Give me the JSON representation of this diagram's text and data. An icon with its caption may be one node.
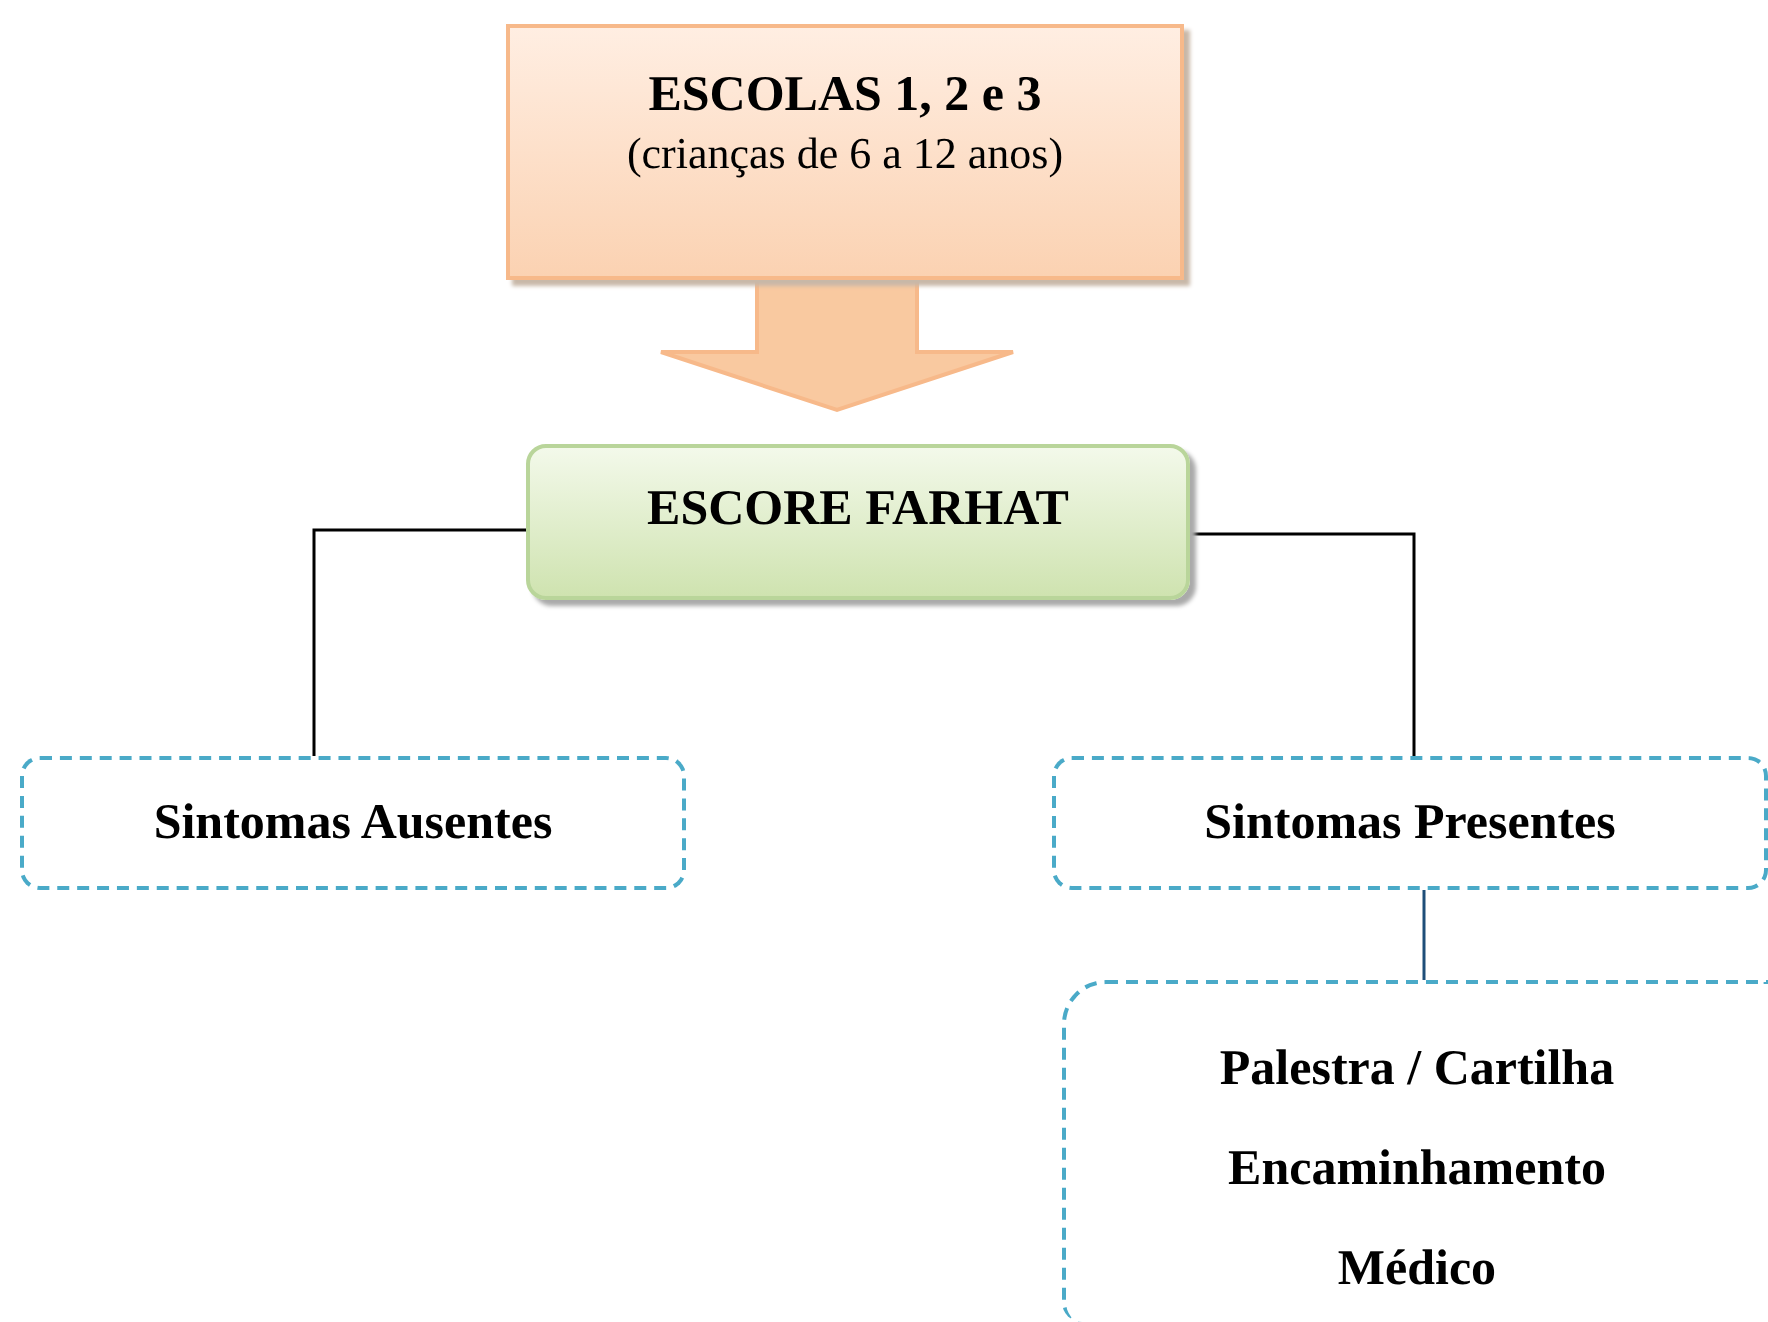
{
  "diagram": {
    "nodes": [
      {
        "text": [
          "ESCOLAS 1, 2 e 3",
          "(crianças de 6 a 12 anos)"
        ]
      },
      {
        "text": [
          "ESCORE FARHAT"
        ]
      },
      {
        "text": [
          "Sintomas Ausentes"
        ]
      },
      {
        "text": [
          "Sintomas Presentes"
        ]
      },
      {
        "text": [
          "Palestra / Cartilha",
          "Encaminhamento Médico"
        ]
      }
    ],
    "edges": [
      {
        "from": 0,
        "to": 1,
        "arrow": "to",
        "style": "thick",
        "color": "#f9c9a0"
      },
      {
        "from": 1,
        "to": 2,
        "arrow": "none"
      },
      {
        "from": 1,
        "to": 3,
        "arrow": "none"
      },
      {
        "from": 3,
        "to": 4,
        "arrow": "none",
        "color": "#1f4e79"
      }
    ]
  }
}
